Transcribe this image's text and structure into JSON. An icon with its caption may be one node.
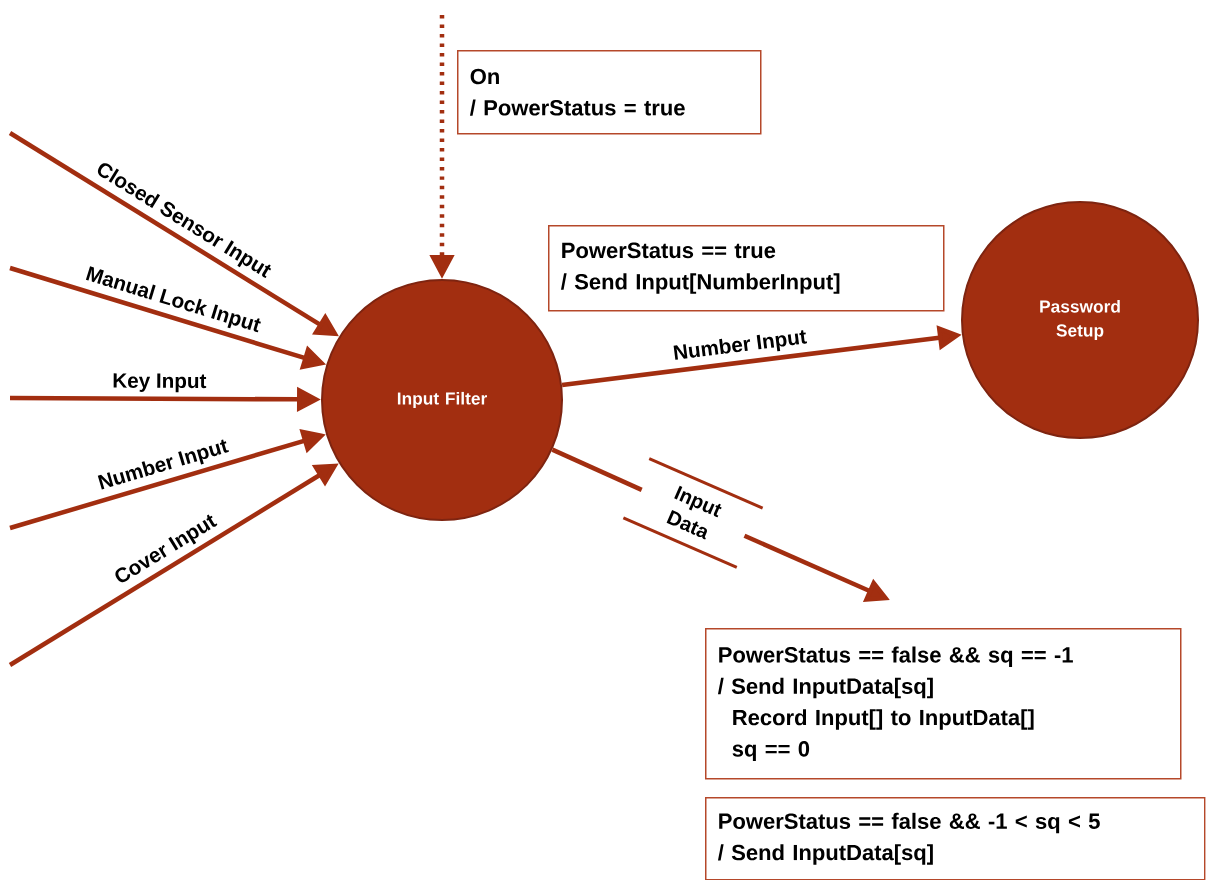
{
  "diagram": {
    "nodes": [
      {
        "text": [
          "On",
          "/ PowerStatus = true"
        ]
      },
      {
        "text": [
          "PowerStatus == true",
          "/ Send Input[NumberInput]"
        ]
      },
      {
        "text": [
          "Input Filter"
        ]
      },
      {
        "text": [
          "Password Setup"
        ]
      },
      {
        "text": [
          "Input Data"
        ]
      },
      {
        "text": [
          "PowerStatus == false && sq == -1",
          "/ Send InputData[sq]",
          "Record Input[] to InputData[]",
          "sq == 0"
        ]
      },
      {
        "text": [
          "PowerStatus == false && -1 < sq < 5",
          "/ Send InputData[sq]"
        ]
      }
    ],
    "edges": [
      {
        "from": null,
        "to": 2,
        "arrow": "to",
        "label": "Closed Sensor Input"
      },
      {
        "from": null,
        "to": 2,
        "arrow": "to",
        "label": "Manual Lock Input"
      },
      {
        "from": null,
        "to": 2,
        "arrow": "to",
        "label": "Key Input"
      },
      {
        "from": null,
        "to": 2,
        "arrow": "to",
        "label": "Number Input"
      },
      {
        "from": null,
        "to": 2,
        "arrow": "to",
        "label": "Cover Input"
      },
      {
        "from": null,
        "to": 2,
        "arrow": "to",
        "style": "dashed"
      },
      {
        "from": 2,
        "to": 3,
        "arrow": "to",
        "label": "Number Input"
      },
      {
        "from": 2,
        "to": 4,
        "arrow": "none"
      },
      {
        "from": 4,
        "to": null,
        "arrow": "to"
      }
    ]
  }
}
